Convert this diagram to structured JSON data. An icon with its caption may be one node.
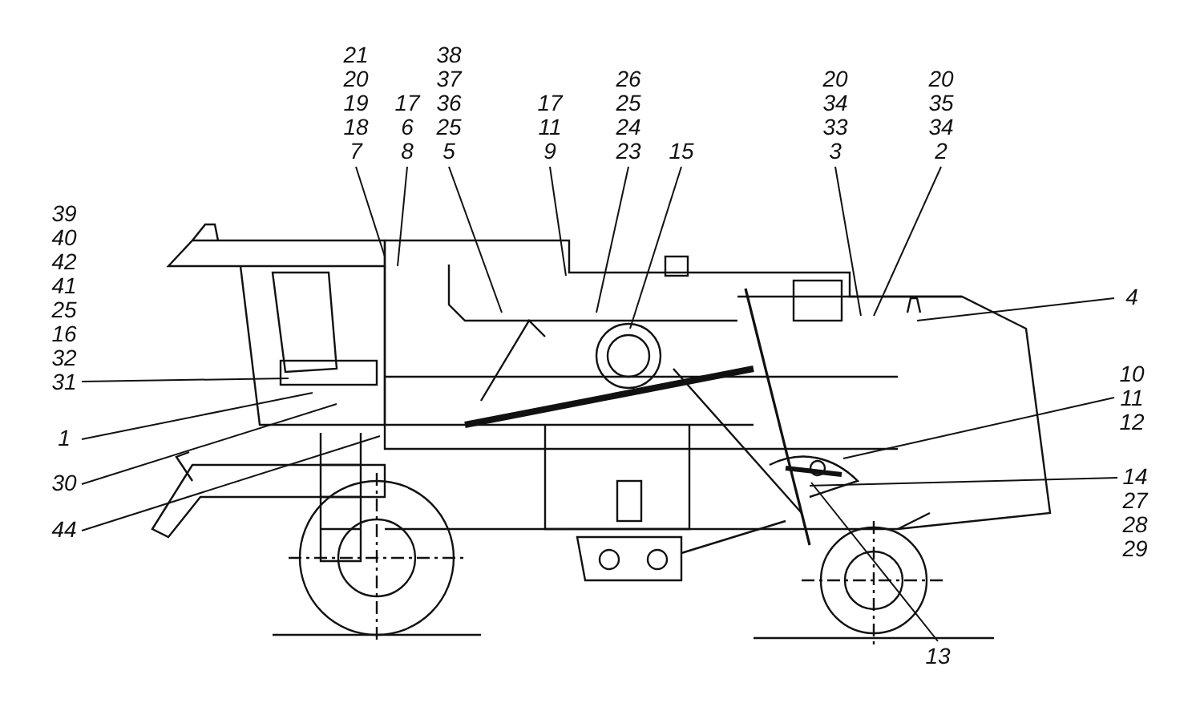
{
  "diagram": {
    "nodes": [
      {
        "text": [
          "21 20 19 18 7"
        ]
      },
      {
        "text": [
          "17 6 8"
        ]
      },
      {
        "text": [
          "38 37 36 25 5"
        ]
      },
      {
        "text": [
          "17 11 9"
        ]
      },
      {
        "text": [
          "26 25 24 23"
        ]
      },
      {
        "text": [
          "15"
        ]
      },
      {
        "text": [
          "20 34 33 3"
        ]
      },
      {
        "text": [
          "20 35 34 2"
        ]
      },
      {
        "text": [
          "4"
        ]
      },
      {
        "text": [
          "39 40 42 41 25 16 32 31"
        ]
      },
      {
        "text": [
          "1"
        ]
      },
      {
        "text": [
          "30"
        ]
      },
      {
        "text": [
          "44"
        ]
      },
      {
        "text": [
          "10 11 12"
        ]
      },
      {
        "text": [
          "14 27 28 29"
        ]
      },
      {
        "text": [
          "13"
        ]
      }
    ],
    "edges": [
      {
        "from": 0,
        "to": null,
        "arrow": "none"
      },
      {
        "from": 1,
        "to": null,
        "arrow": "none"
      },
      {
        "from": 2,
        "to": null,
        "arrow": "none"
      },
      {
        "from": 3,
        "to": null,
        "arrow": "none"
      },
      {
        "from": 4,
        "to": null,
        "arrow": "none"
      },
      {
        "from": 5,
        "to": null,
        "arrow": "none"
      },
      {
        "from": 6,
        "to": null,
        "arrow": "none"
      },
      {
        "from": 7,
        "to": null,
        "arrow": "none"
      },
      {
        "from": 8,
        "to": null,
        "arrow": "none"
      },
      {
        "from": 9,
        "to": null,
        "arrow": "none"
      },
      {
        "from": 10,
        "to": null,
        "arrow": "none"
      },
      {
        "from": 11,
        "to": null,
        "arrow": "none"
      },
      {
        "from": 12,
        "to": null,
        "arrow": "none"
      },
      {
        "from": 13,
        "to": null,
        "arrow": "none"
      },
      {
        "from": 14,
        "to": null,
        "arrow": "none"
      },
      {
        "from": 15,
        "to": null,
        "arrow": "none"
      }
    ]
  }
}
